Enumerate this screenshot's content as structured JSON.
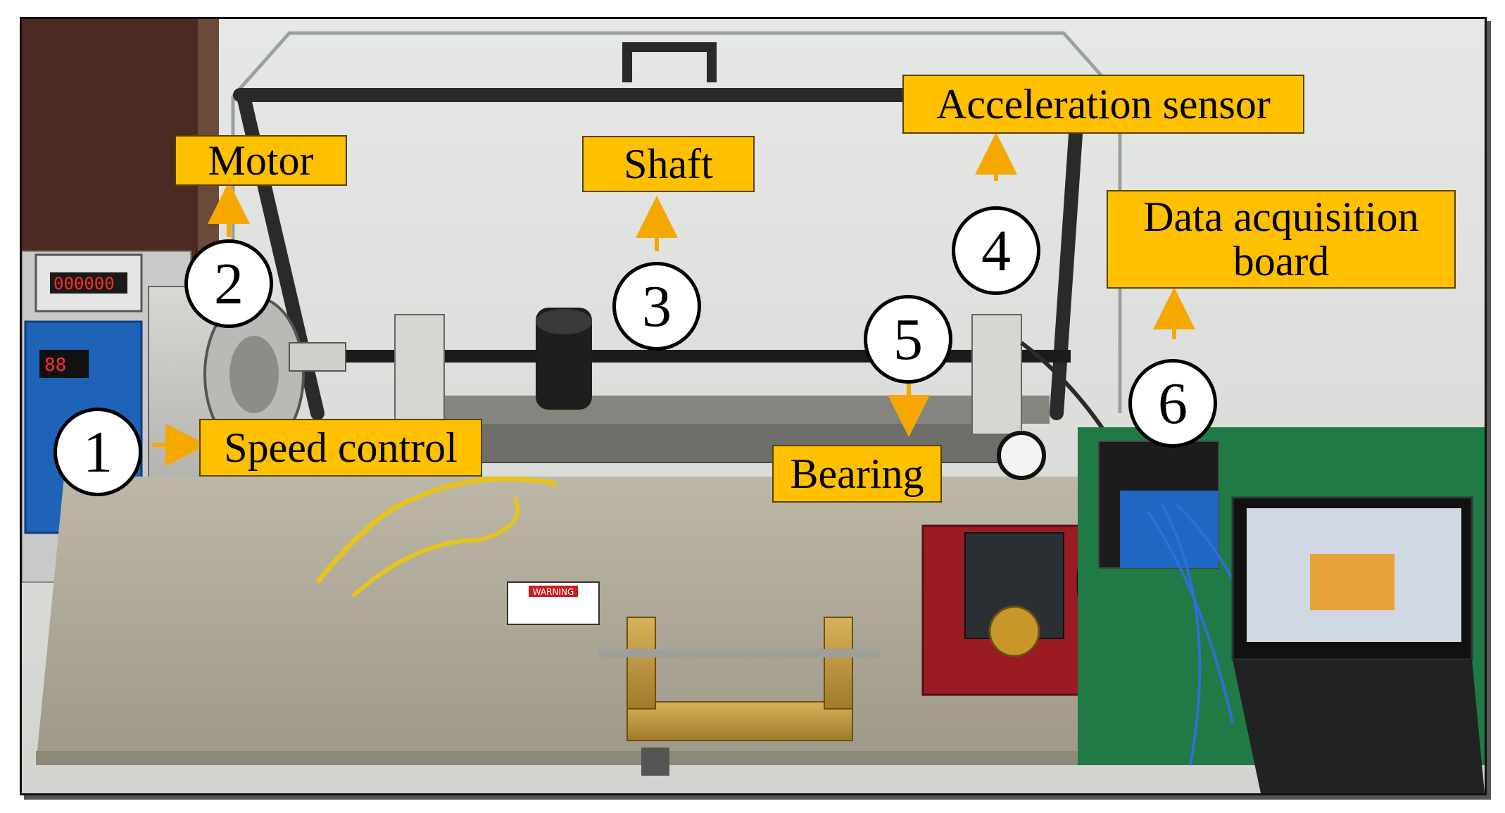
{
  "figure": {
    "labels": {
      "speed_control": "Speed control",
      "motor": "Motor",
      "shaft": "Shaft",
      "acceleration_sensor": "Acceleration sensor",
      "bearing": "Bearing",
      "data_acquisition_line1": "Data acquisition",
      "data_acquisition_line2": "board",
      "warning_sign": "WARNING",
      "rpm_display": "000000"
    },
    "markers": {
      "m1": "1",
      "m2": "2",
      "m3": "3",
      "m4": "4",
      "m5": "5",
      "m6": "6"
    },
    "colors": {
      "callout_fill": "#FFC000",
      "arrow": "#F5A800",
      "frame": "#111111"
    }
  }
}
